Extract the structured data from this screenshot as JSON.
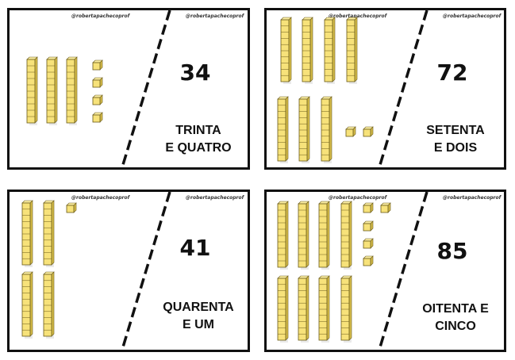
{
  "colors": {
    "block_fill": "#f7e27a",
    "block_stroke": "#6a5a1a",
    "border": "#111111"
  },
  "cards": [
    {
      "watermark_left": "@robertapachecoprof",
      "watermark_right": "@robertapachecoprof",
      "number": "34",
      "words": [
        "TRINTA",
        "E QUATRO"
      ],
      "tens": 3,
      "units": 4
    },
    {
      "watermark_left": "@robertapachecoprof",
      "watermark_right": "@robertapachecoprof",
      "number": "72",
      "words": [
        "SETENTA",
        "E DOIS"
      ],
      "tens": 7,
      "units": 2
    },
    {
      "watermark_left": "@robertapachecoprof",
      "watermark_right": "@robertapachecoprof",
      "number": "41",
      "words": [
        "QUARENTA",
        "E UM"
      ],
      "tens": 4,
      "units": 1
    },
    {
      "watermark_left": "@robertapachecoprof",
      "watermark_right": "@robertapachecoprof",
      "number": "85",
      "words": [
        "OITENTA E",
        "CINCO"
      ],
      "tens": 8,
      "units": 5
    }
  ]
}
